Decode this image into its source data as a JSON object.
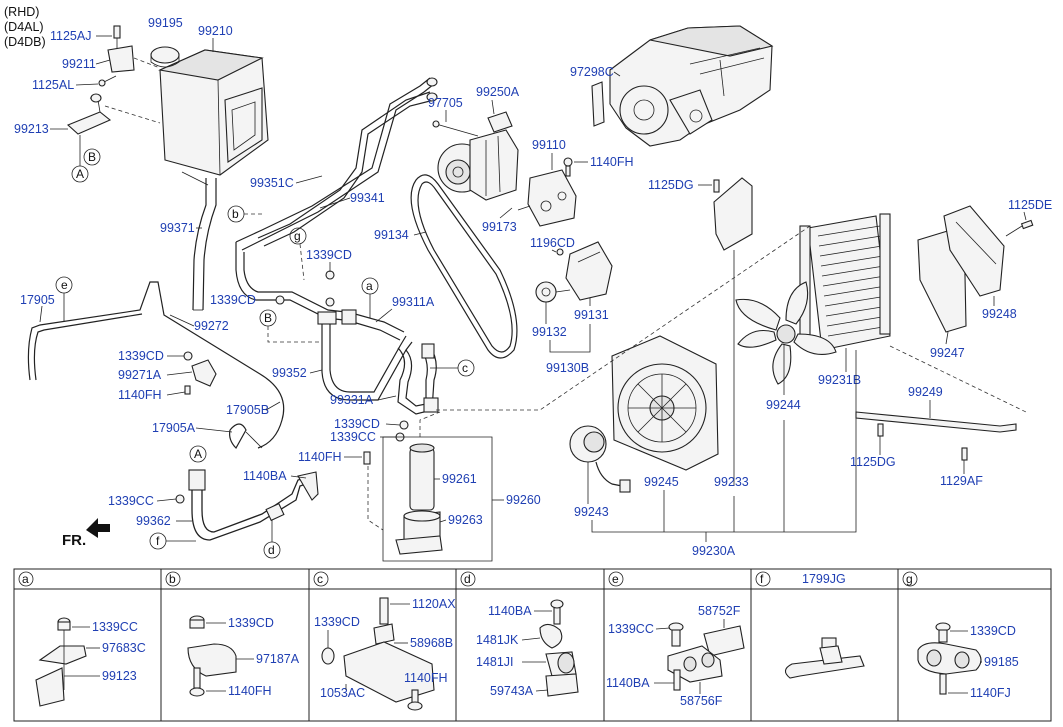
{
  "variants": {
    "rhd": "(RHD)",
    "d4al": "(D4AL)",
    "d4db": "(D4DB)"
  },
  "labels": {
    "p1125aj": "1125AJ",
    "p99195": "99195",
    "p99210": "99210",
    "p99211": "99211",
    "p1125al": "1125AL",
    "p99213": "99213",
    "p99371": "99371",
    "p17905": "17905",
    "p99272": "99272",
    "p1339cd_a": "1339CD",
    "p99271a": "99271A",
    "p1140fh_a": "1140FH",
    "p17905a": "17905A",
    "p17905b": "17905B",
    "p99362": "99362",
    "p1339cc_a": "1339CC",
    "p1140ba": "1140BA",
    "p1140fh_b": "1140FH",
    "p99351c": "99351C",
    "p99341": "99341",
    "p1339cd_b": "1339CD",
    "p1339cd_c": "1339CD",
    "p99311a": "99311A",
    "p99352": "99352",
    "p99331a": "99331A",
    "p1339cd_d": "1339CD",
    "p1339cc_b": "1339CC",
    "p99261": "99261",
    "p99260": "99260",
    "p99263": "99263",
    "p97705": "97705",
    "p99250a": "99250A",
    "p99134": "99134",
    "p99110": "99110",
    "p1140fh_c": "1140FH",
    "p99173": "99173",
    "p1196cd": "1196CD",
    "p99132": "99132",
    "p99131": "99131",
    "p99130b": "99130B",
    "p97298c": "97298C",
    "p1125dg_a": "1125DG",
    "p1125de": "1125DE",
    "p99248": "99248",
    "p99247": "99247",
    "p99231b": "99231B",
    "p99244": "99244",
    "p99249": "99249",
    "p1125dg_b": "1125DG",
    "p1129af": "1129AF",
    "p99245": "99245",
    "p99233": "99233",
    "p99243": "99243",
    "p99230a": "99230A"
  },
  "fr_label": "FR.",
  "callouts": {
    "a": "a",
    "b": "b",
    "c": "c",
    "d": "d",
    "e": "e",
    "f": "f",
    "g": "g",
    "A": "A",
    "B": "B"
  },
  "legend": {
    "headers": [
      "a",
      "b",
      "c",
      "d",
      "e",
      "f",
      "g"
    ],
    "f_title": "1799JG",
    "a": [
      "1339CC",
      "97683C",
      "99123"
    ],
    "b": [
      "1339CD",
      "97187A",
      "1140FH"
    ],
    "c": [
      "1120AX",
      "1339CD",
      "58968B",
      "1053AC",
      "1140FH"
    ],
    "d": [
      "1140BA",
      "1481JK",
      "1481JI",
      "59743A"
    ],
    "e": [
      "58752F",
      "1339CC",
      "1140BA",
      "58756F"
    ],
    "g": [
      "1339CD",
      "99185",
      "1140FJ"
    ]
  }
}
